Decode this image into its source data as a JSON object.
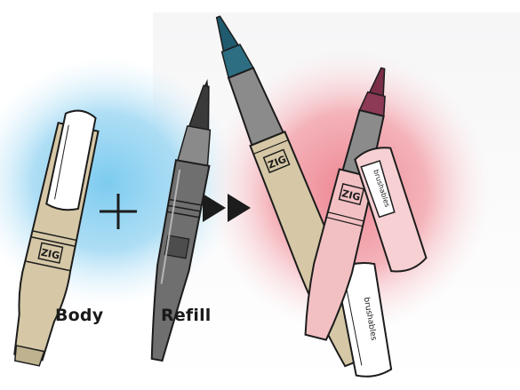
{
  "labels": {
    "body": "Body",
    "refill": "Refill"
  },
  "pen_logo_text": "ZIG",
  "cap_brand_text": "brushables",
  "colors": {
    "blue_glow": "#8fd3f2",
    "pink_glow": "#f19aa3",
    "body_tan": "#d6c8a6",
    "body_pink": "#f2c0c3",
    "refill_gray": "#6f6f6f",
    "tip_teal": "#1f5a6e",
    "tip_plum": "#7a2e48",
    "outline": "#1c1c1c"
  },
  "icons": {
    "plus": "plus-icon",
    "arrow": "fast-forward-icon"
  }
}
